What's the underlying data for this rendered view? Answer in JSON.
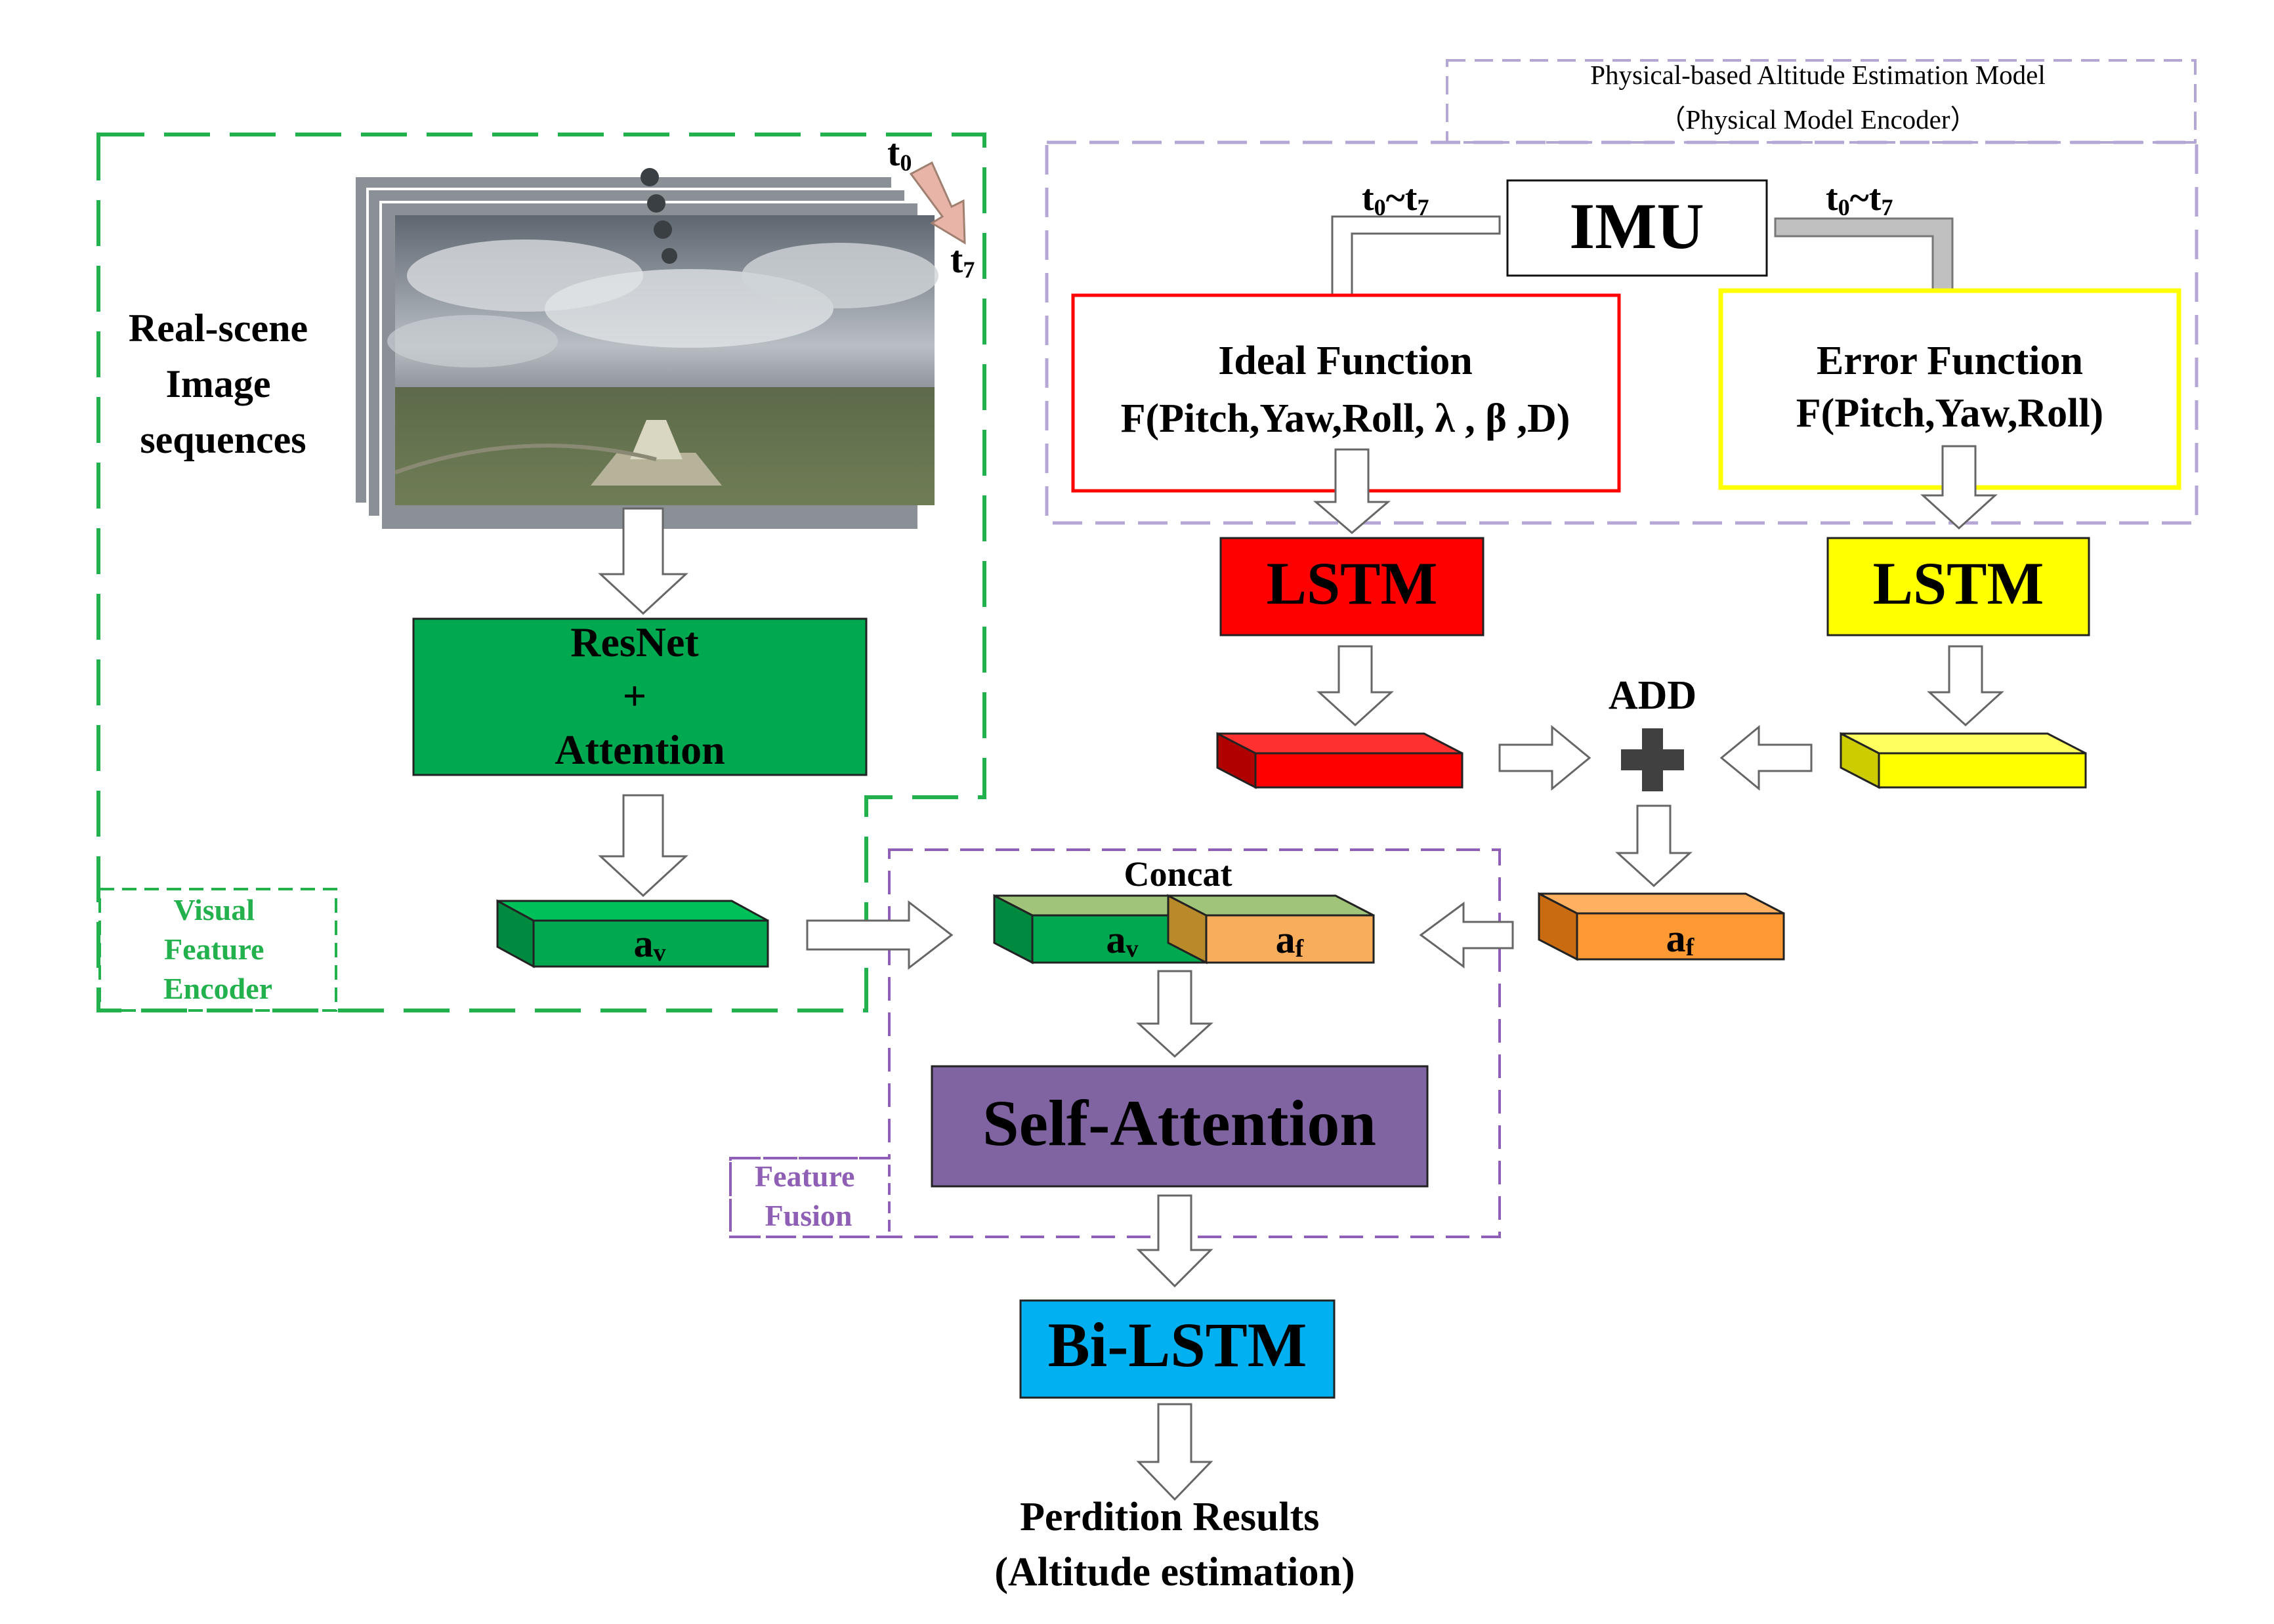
{
  "physical_model": {
    "title": "Physical-based Altitude Estimation Model",
    "subtitle": "（Physical Model Encoder）"
  },
  "imu": {
    "label": "IMU",
    "time_range_left_t": "t",
    "time_range_left_start": "0",
    "time_range_left_tilde": "~t",
    "time_range_left_end": "7",
    "time_range_right_t": "t",
    "time_range_right_start": "0",
    "time_range_right_tilde": "~t",
    "time_range_right_end": "7"
  },
  "ideal_function": {
    "title": "Ideal Function",
    "formula": "F(Pitch,Yaw,Roll, λ , β ,D)"
  },
  "error_function": {
    "title": "Error Function",
    "formula": "F(Pitch,Yaw,Roll)"
  },
  "lstm_left": "LSTM",
  "lstm_right": "LSTM",
  "add_label": "ADD",
  "visual": {
    "image_label_lines": [
      "Real-scene",
      "Image",
      "sequences"
    ],
    "t0_base": "t",
    "t0_sub": "0",
    "t7_base": "t",
    "t7_sub": "7",
    "resnet_lines": [
      "ResNet",
      "+",
      "Attention"
    ],
    "encoder_lines": [
      "Visual",
      "Feature",
      "Encoder"
    ],
    "av_base": "a",
    "av_sub": "v"
  },
  "af_base": "a",
  "af_sub": "f",
  "concat_label": "Concat",
  "fusion_lines": [
    "Feature",
    "Fusion"
  ],
  "self_attention": "Self-Attention",
  "bilstm": "Bi-LSTM",
  "result_lines": [
    "Perdition Results",
    "(Altitude estimation)"
  ],
  "colors": {
    "green_dash": "#22b14c",
    "purple_dash": "#b4a7d6",
    "fusion_dash": "#8e5fb5",
    "green_fill": "#00a84f",
    "red_fill": "#ff0000",
    "yellow_fill": "#ffff00",
    "orange_fill": "#ff9933",
    "light_orange": "#f7ad5b",
    "purple_fill": "#8064a2",
    "blue_fill": "#00b0f0"
  }
}
